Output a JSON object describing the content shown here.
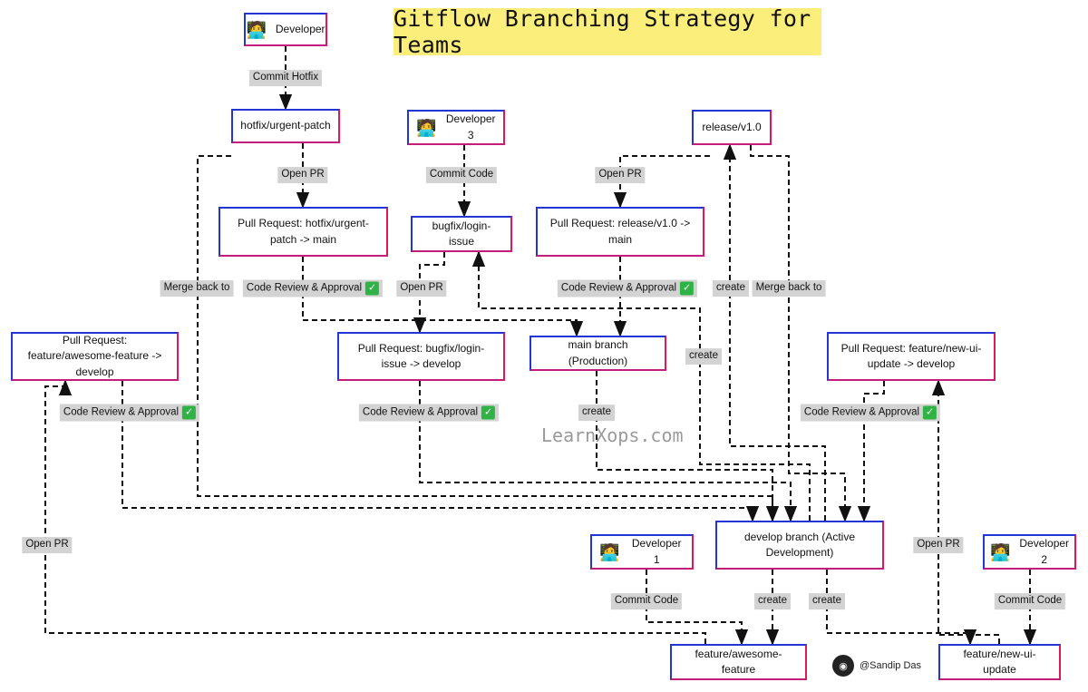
{
  "title": "Gitflow Branching Strategy for Teams",
  "watermark": "LearnXops.com",
  "author": "@Sandip Das",
  "icons": {
    "developer": "technologist-icon",
    "checkmark": "check-mark-icon",
    "avatar": "author-avatar"
  },
  "colors": {
    "title_bg": "#fbee7b",
    "node_border_left": "#2236d6",
    "node_border_right": "#e2175a",
    "label_bg": "#d3d3d3",
    "check": "#2fb344"
  },
  "nodes": {
    "developer": "Developer",
    "hotfix": "hotfix/urgent-patch",
    "developer3": "Developer 3",
    "release": "release/v1.0",
    "pr_hotfix": "Pull Request: hotfix/urgent-patch -> main",
    "bugfix": "bugfix/login-issue",
    "pr_release": "Pull Request: release/v1.0 -> main",
    "pr_awesome": "Pull Request: feature/awesome-feature -> develop",
    "pr_bugfix": "Pull Request: bugfix/login-issue -> develop",
    "main": "main branch (Production)",
    "pr_newui": "Pull Request: feature/new-ui-update -> develop",
    "develop": "develop branch (Active Development)",
    "developer1": "Developer 1",
    "developer2": "Developer 2",
    "feat_awesome": "feature/awesome-feature",
    "feat_newui": "feature/new-ui-update"
  },
  "edges": {
    "commit_hotfix": "Commit Hotfix",
    "open_pr_hotfix": "Open PR",
    "commit_code_dev3": "Commit Code",
    "open_pr_release": "Open PR",
    "merge_back_hotfix": "Merge back to",
    "review_hotfix": "Code Review & Approval",
    "open_pr_bugfix": "Open PR",
    "review_release": "Code Review & Approval",
    "create_release": "create",
    "merge_back_release": "Merge back to",
    "create_bugfix": "create",
    "review_awesome": "Code Review & Approval",
    "review_bugfix": "Code Review & Approval",
    "create_develop": "create",
    "review_newui": "Code Review & Approval",
    "open_pr_awesome": "Open PR",
    "open_pr_newui": "Open PR",
    "commit_code_dev1": "Commit Code",
    "create_awesome": "create",
    "create_newui": "create",
    "commit_code_dev2": "Commit Code"
  }
}
